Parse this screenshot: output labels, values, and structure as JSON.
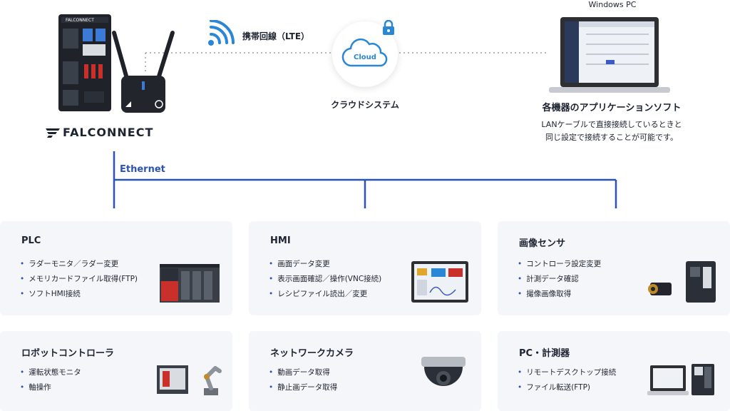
{
  "gateway": {
    "brand": "FALCONNECT",
    "device_top_label": "FALCONNECT"
  },
  "lte": {
    "label": "携帯回線（LTE）"
  },
  "cloud": {
    "inner_text": "Cloud",
    "label": "クラウドシステム"
  },
  "pc": {
    "top_label": "Windows PC",
    "app_label": "各機器のアプリケーションソフト",
    "desc_line1": "LANケーブルで直接接続しているときと",
    "desc_line2": "同じ設定で接続することが可能です。"
  },
  "network": {
    "label": "Ethernet"
  },
  "cards": [
    {
      "title": "PLC",
      "items": [
        "ラダーモニタ／ラダー変更",
        "メモリカードファイル取得(FTP)",
        "ソフトHMI接続"
      ]
    },
    {
      "title": "HMI",
      "items": [
        "画面データ変更",
        "表示画面確認／操作(VNC接続)",
        "レシピファイル読出／変更"
      ]
    },
    {
      "title": "画像センサ",
      "items": [
        "コントローラ設定変更",
        "計測データ確認",
        "撮像画像取得"
      ]
    },
    {
      "title": "ロボットコントローラ",
      "items": [
        "運転状態モニタ",
        "軸操作"
      ]
    },
    {
      "title": "ネットワークカメラ",
      "items": [
        "動画データ取得",
        "静止画データ取得"
      ]
    },
    {
      "title": "PC・計測器",
      "items": [
        "リモートデスクトップ接続",
        "ファイル転送(FTP)"
      ]
    }
  ],
  "colors": {
    "line_blue": "#2c52b8",
    "cloud_blue": "#2a86d6",
    "card_bg": "#f4f6f9"
  }
}
